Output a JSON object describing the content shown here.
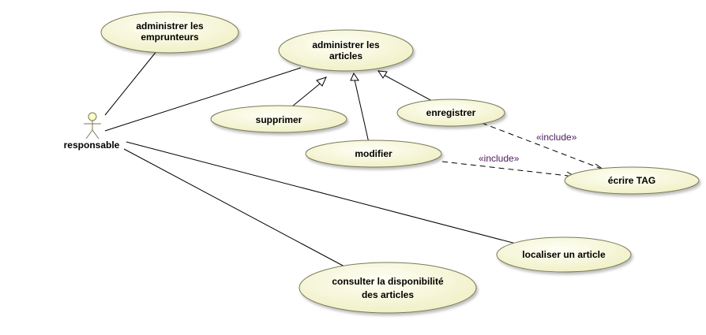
{
  "actor": {
    "name": "responsable"
  },
  "use_cases": {
    "administrer_emprunteurs": [
      "administrer les",
      "emprunteurs"
    ],
    "administrer_articles": [
      "administrer les",
      "articles"
    ],
    "supprimer": [
      "supprimer"
    ],
    "enregistrer": [
      "enregistrer"
    ],
    "modifier": [
      "modifier"
    ],
    "ecrire_tag": [
      "écrire TAG"
    ],
    "localiser": [
      "localiser un article"
    ],
    "consulter": [
      "consulter la disponibilité",
      "des articles"
    ]
  },
  "relations": {
    "include_1": "«include»",
    "include_2": "«include»"
  },
  "colors": {
    "use_case_fill_light": "#fffff6",
    "use_case_fill_dark": "#efefc4",
    "stroke": "#000000",
    "stereotype_text": "#4b1a5c"
  }
}
